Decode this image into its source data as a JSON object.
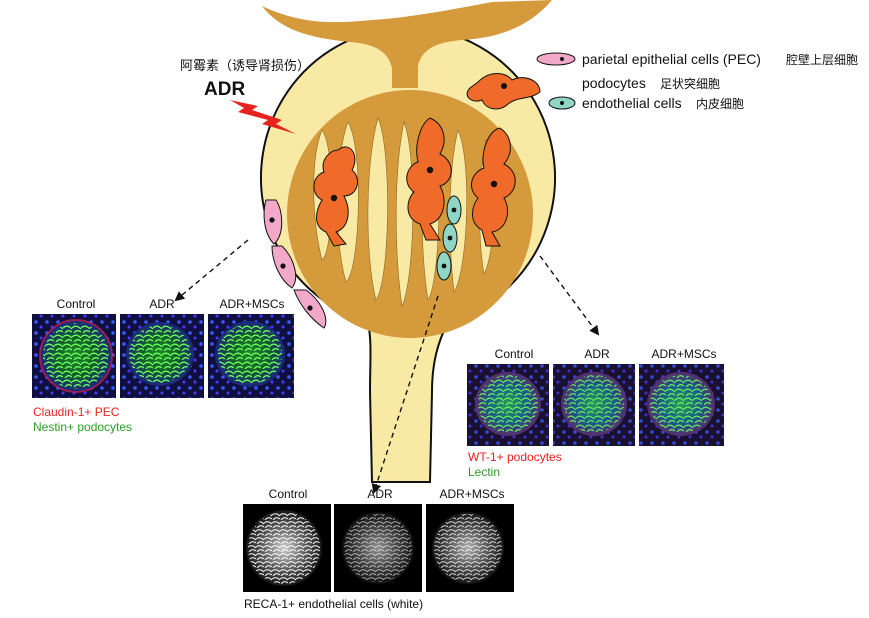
{
  "drug": {
    "chinese_label": "阿霉素（诱导肾损伤）",
    "abbrev": "ADR"
  },
  "legend": {
    "items": [
      {
        "cell": "pec",
        "english": "parietal epithelial cells (PEC)",
        "chinese": "腔壁上层细胞",
        "color": "#f2a9c9"
      },
      {
        "cell": "podocyte",
        "english": "podocytes",
        "chinese": "足状突细胞",
        "color": "#f06a2a"
      },
      {
        "cell": "endothelial",
        "english": "endothelial cells",
        "chinese": "内皮细胞",
        "color": "#8fd6c4"
      }
    ]
  },
  "colors": {
    "tubule": "#d49a3c",
    "capsule": "#f8eaa4",
    "capsule_outline": "#111111"
  },
  "panels": {
    "left": {
      "labels": [
        "Control",
        "ADR",
        "ADR+MSCs"
      ],
      "caption_red": "Claudin-1+ PEC",
      "caption_green": "Nestin+ podocytes"
    },
    "right": {
      "labels": [
        "Control",
        "ADR",
        "ADR+MSCs"
      ],
      "caption_red": "WT-1+ podocytes",
      "caption_green": "Lectin"
    },
    "bottom": {
      "labels": [
        "Control",
        "ADR",
        "ADR+MSCs"
      ],
      "caption": "RECA-1+ endothelial cells (white)"
    }
  }
}
